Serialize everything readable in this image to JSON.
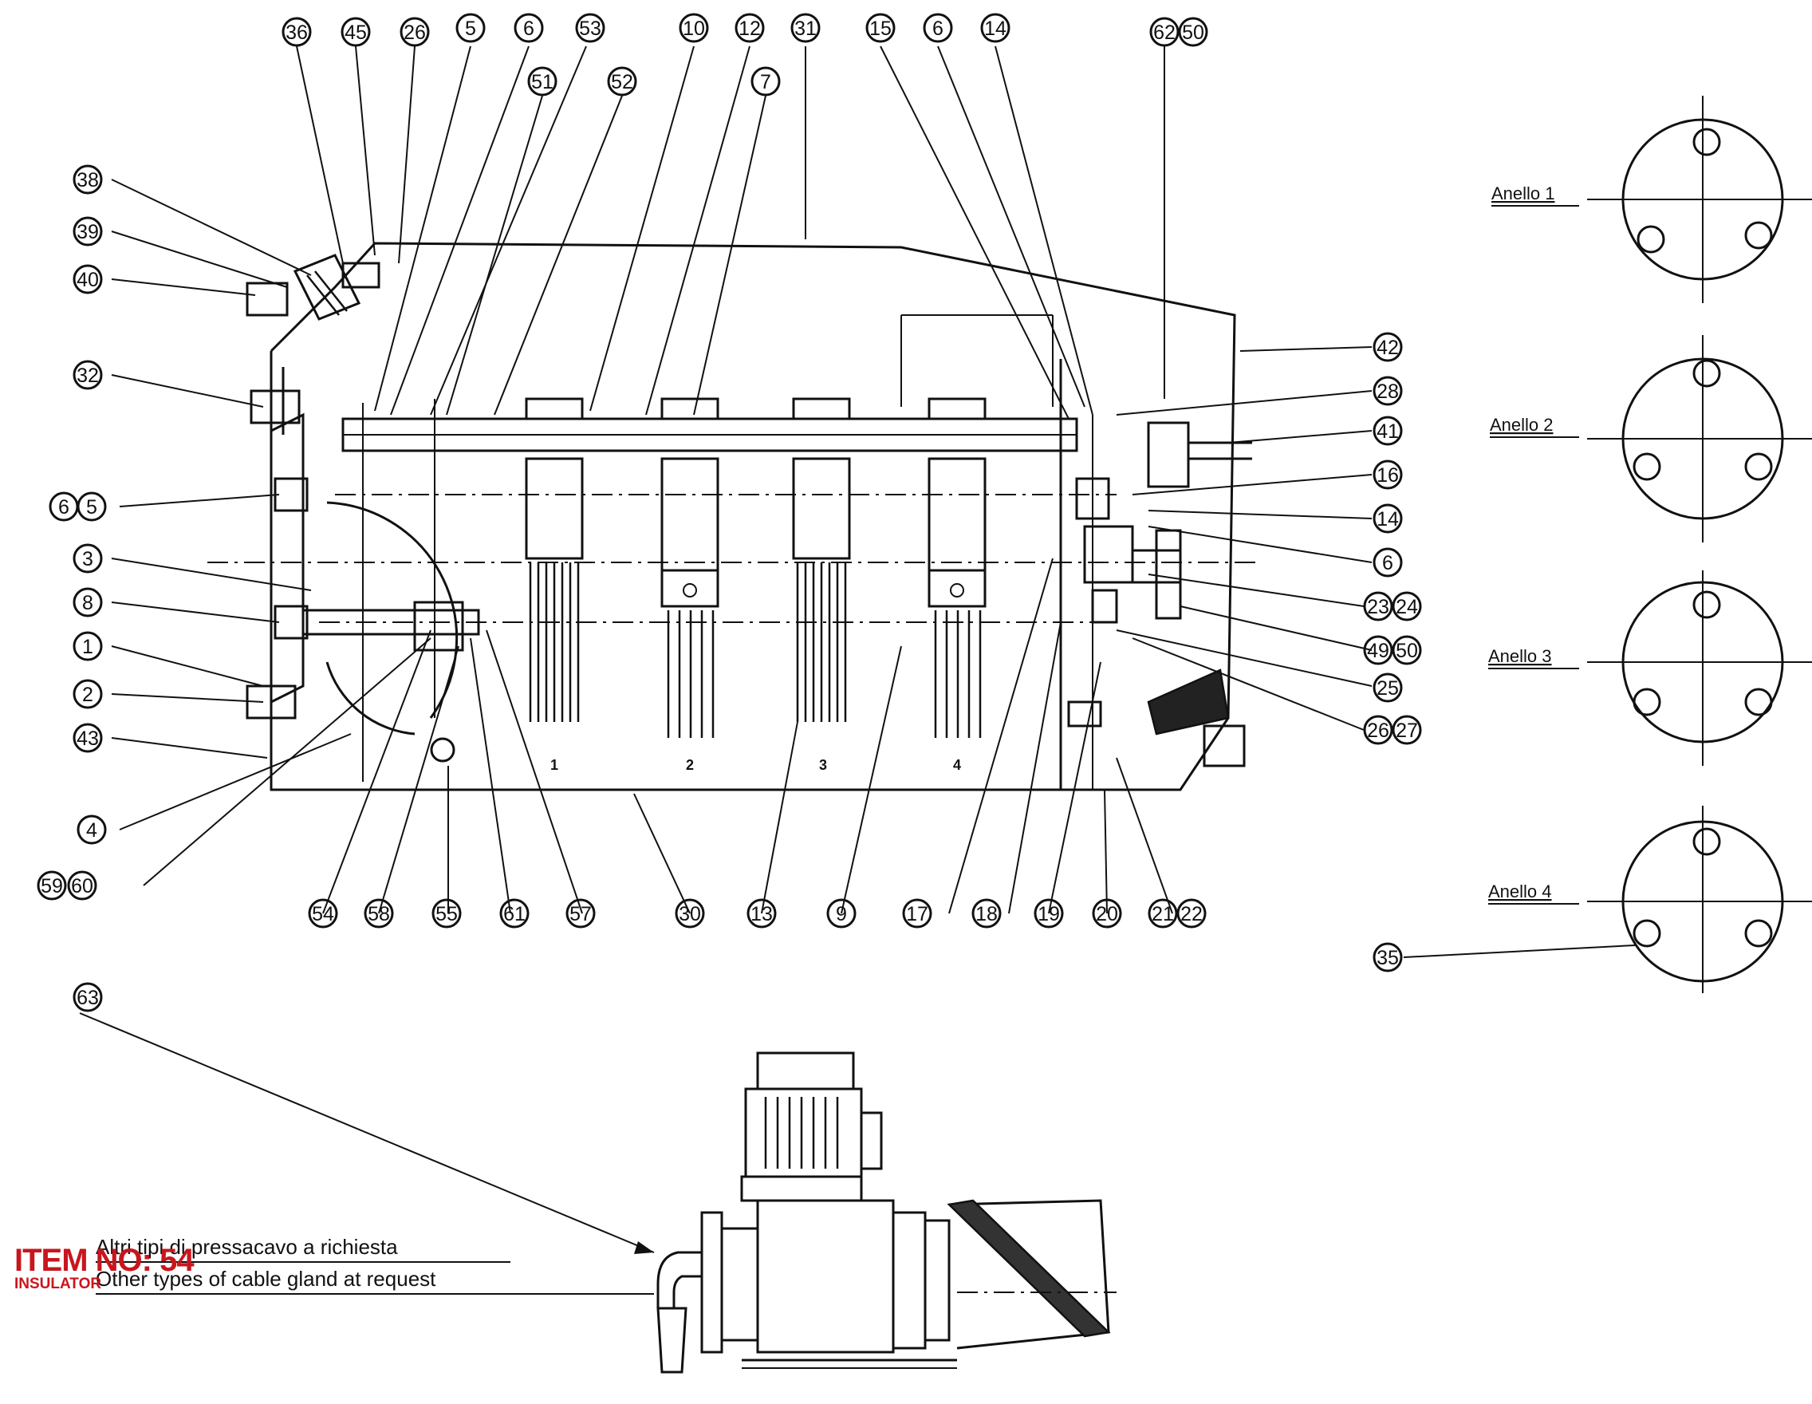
{
  "overlay": {
    "item": "ITEM NO: 54",
    "sub": "INSULATOR"
  },
  "notes": {
    "it": "Altri tipi di pressacavo a richiesta",
    "en": "Other types of cable gland at request"
  },
  "rings": {
    "r1": "Anello 1",
    "r2": "Anello 2",
    "r3": "Anello 3",
    "r4": "Anello 4"
  },
  "slots": {
    "s1": "1",
    "s2": "2",
    "s3": "3",
    "s4": "4"
  },
  "callouts": {
    "c36": "36",
    "c45": "45",
    "c26a": "26",
    "c5a": "5",
    "c6a": "6",
    "c53": "53",
    "c10": "10",
    "c12": "12",
    "c31": "31",
    "c15": "15",
    "c6b": "6",
    "c14a": "14",
    "c62": "62",
    "c50a": "50",
    "c51": "51",
    "c52": "52",
    "c7": "7",
    "c38": "38",
    "c39": "39",
    "c40": "40",
    "c32": "32",
    "c6c": "6",
    "c5b": "5",
    "c3": "3",
    "c8": "8",
    "c1": "1",
    "c2": "2",
    "c43": "43",
    "c4": "4",
    "c59": "59",
    "c60": "60",
    "c42": "42",
    "c28": "28",
    "c41": "41",
    "c16": "16",
    "c14b": "14",
    "c6d": "6",
    "c23": "23",
    "c24": "24",
    "c49": "49",
    "c50b": "50",
    "c25": "25",
    "c26b": "26",
    "c27": "27",
    "c54": "54",
    "c58": "58",
    "c55": "55",
    "c61": "61",
    "c57": "57",
    "c30": "30",
    "c13": "13",
    "c9": "9",
    "c17": "17",
    "c18": "18",
    "c19": "19",
    "c20": "20",
    "c21": "21",
    "c22": "22",
    "c35": "35",
    "c63": "63"
  }
}
